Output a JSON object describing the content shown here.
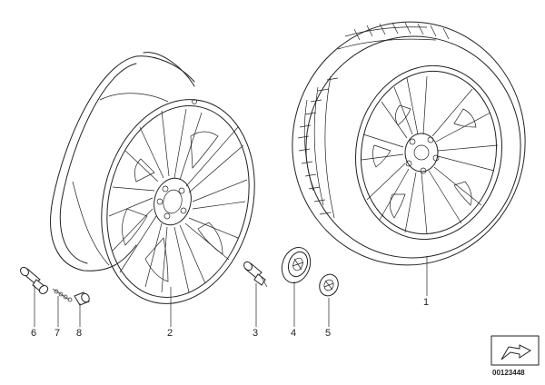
{
  "diagram": {
    "callouts": [
      {
        "id": "6",
        "label": "6"
      },
      {
        "id": "7",
        "label": "7"
      },
      {
        "id": "8",
        "label": "8"
      },
      {
        "id": "2",
        "label": "2"
      },
      {
        "id": "3",
        "label": "3"
      },
      {
        "id": "4",
        "label": "4"
      },
      {
        "id": "5",
        "label": "5"
      },
      {
        "id": "1",
        "label": "1"
      }
    ],
    "document_number": "00123448"
  }
}
